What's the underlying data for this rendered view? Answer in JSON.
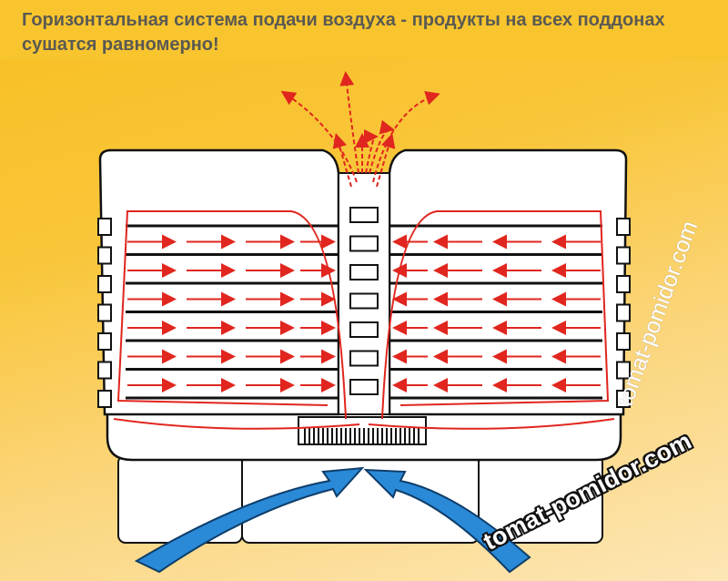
{
  "title": "Горизонтальная система подачи воздуха - продукты на всех поддонах сушатся равномерно!",
  "watermark": "tomat-pomidor.com",
  "diagram": {
    "tray_count": 7,
    "colors": {
      "airflow": "#e0261e",
      "intake": "#2a8ad8",
      "outline": "#111111",
      "body": "#ffffff"
    }
  }
}
